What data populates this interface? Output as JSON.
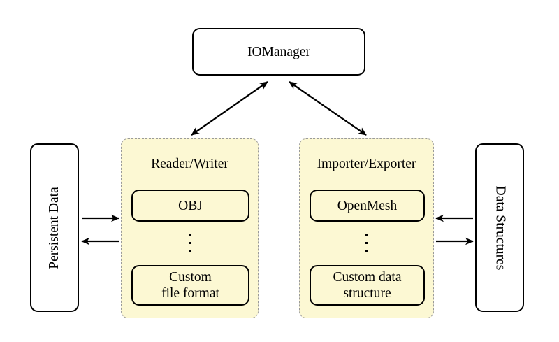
{
  "diagram": {
    "title_node": {
      "label": "IOManager"
    },
    "left_endpoint": {
      "label": "Persistent Data"
    },
    "right_endpoint": {
      "label": "Data Structures"
    },
    "groups": [
      {
        "title": "Reader/Writer",
        "items": [
          {
            "label": "OBJ"
          },
          {
            "label": "ellipsis"
          },
          {
            "label": "Custom\nfile format"
          }
        ]
      },
      {
        "title": "Importer/Exporter",
        "items": [
          {
            "label": "OpenMesh"
          },
          {
            "label": "ellipsis"
          },
          {
            "label": "Custom data\nstructure"
          }
        ]
      }
    ],
    "connections": [
      {
        "from": "IOManager",
        "to": "Reader/Writer",
        "style": "double-headed"
      },
      {
        "from": "IOManager",
        "to": "Importer/Exporter",
        "style": "double-headed"
      },
      {
        "from": "Persistent Data",
        "to": "Reader/Writer",
        "style": "single-headed-right"
      },
      {
        "from": "Reader/Writer",
        "to": "Persistent Data",
        "style": "single-headed-left"
      },
      {
        "from": "Data Structures",
        "to": "Importer/Exporter",
        "style": "single-headed-left"
      },
      {
        "from": "Importer/Exporter",
        "to": "Data Structures",
        "style": "single-headed-right"
      }
    ],
    "colors": {
      "group_fill": "#fcf8d3",
      "group_border": "#9a9a9a",
      "node_border": "#000000",
      "node_fill": "#ffffff",
      "background": "#ffffff"
    }
  }
}
